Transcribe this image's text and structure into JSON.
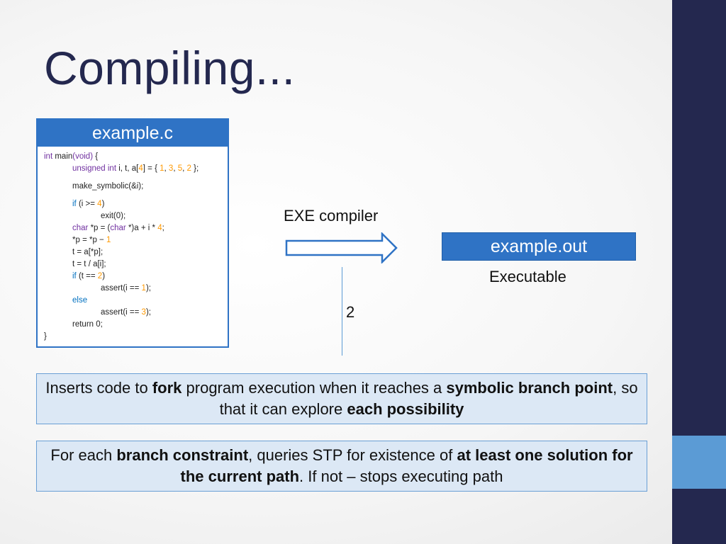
{
  "slide": {
    "title": "Compiling...",
    "code_box": {
      "title": "example.c",
      "lines": [
        {
          "indent": 0,
          "gap": false,
          "tokens": [
            {
              "t": "int",
              "c": "kw"
            },
            {
              "t": " main"
            },
            {
              "t": "(void)",
              "c": "kw"
            },
            {
              "t": " {"
            }
          ]
        },
        {
          "indent": 1,
          "gap": false,
          "tokens": [
            {
              "t": "unsigned int",
              "c": "kw"
            },
            {
              "t": " i, t, a["
            },
            {
              "t": "4",
              "c": "num"
            },
            {
              "t": "] = { "
            },
            {
              "t": "1",
              "c": "num"
            },
            {
              "t": ", "
            },
            {
              "t": "3",
              "c": "num"
            },
            {
              "t": ", "
            },
            {
              "t": "5",
              "c": "num"
            },
            {
              "t": ", "
            },
            {
              "t": "2",
              "c": "num"
            },
            {
              "t": " };"
            }
          ]
        },
        {
          "indent": 1,
          "gap": true,
          "tokens": [
            {
              "t": "make_symbolic(&i);"
            }
          ]
        },
        {
          "indent": 1,
          "gap": true,
          "tokens": [
            {
              "t": "if",
              "c": "kb"
            },
            {
              "t": " (i >= "
            },
            {
              "t": "4",
              "c": "num"
            },
            {
              "t": ")"
            }
          ]
        },
        {
          "indent": 2,
          "gap": false,
          "tokens": [
            {
              "t": "exit(0);"
            }
          ]
        },
        {
          "indent": 1,
          "gap": false,
          "tokens": [
            {
              "t": "char",
              "c": "kw"
            },
            {
              "t": " *p = ("
            },
            {
              "t": "char",
              "c": "kw"
            },
            {
              "t": " *)a + i * "
            },
            {
              "t": "4",
              "c": "num"
            },
            {
              "t": ";"
            }
          ]
        },
        {
          "indent": 1,
          "gap": false,
          "tokens": [
            {
              "t": "*p = *p − "
            },
            {
              "t": "1",
              "c": "num"
            }
          ]
        },
        {
          "indent": 1,
          "gap": false,
          "tokens": [
            {
              "t": "t = a[*p];"
            }
          ]
        },
        {
          "indent": 1,
          "gap": false,
          "tokens": [
            {
              "t": "t = t / a[i];"
            }
          ]
        },
        {
          "indent": 1,
          "gap": false,
          "tokens": [
            {
              "t": "if",
              "c": "kb"
            },
            {
              "t": " (t == "
            },
            {
              "t": "2",
              "c": "num"
            },
            {
              "t": ")"
            }
          ]
        },
        {
          "indent": 2,
          "gap": false,
          "tokens": [
            {
              "t": "assert(i == "
            },
            {
              "t": "1",
              "c": "num"
            },
            {
              "t": ");"
            }
          ]
        },
        {
          "indent": 1,
          "gap": false,
          "tokens": [
            {
              "t": "else",
              "c": "kb"
            }
          ]
        },
        {
          "indent": 2,
          "gap": false,
          "tokens": [
            {
              "t": "assert(i == "
            },
            {
              "t": "3",
              "c": "num"
            },
            {
              "t": ");"
            }
          ]
        },
        {
          "indent": 1,
          "gap": false,
          "tokens": [
            {
              "t": "return 0;"
            }
          ]
        },
        {
          "indent": 0,
          "gap": false,
          "tokens": [
            {
              "t": "}"
            }
          ]
        }
      ]
    },
    "compiler_label": "EXE compiler",
    "branch_count": "2",
    "output_box": {
      "title": "example.out",
      "caption": "Executable"
    },
    "notes": [
      [
        {
          "t": "Inserts code to "
        },
        {
          "t": "fork",
          "b": true
        },
        {
          "t": " program execution when it reaches a "
        },
        {
          "t": "symbolic branch point",
          "b": true
        },
        {
          "t": ", so that it can explore "
        },
        {
          "t": "each possibility",
          "b": true
        }
      ],
      [
        {
          "t": "For each "
        },
        {
          "t": "branch constraint",
          "b": true
        },
        {
          "t": ", queries STP for existence of "
        },
        {
          "t": "at least one solution for the current path",
          "b": true
        },
        {
          "t": ". If not – stops executing path"
        }
      ]
    ],
    "colors": {
      "navy_bar": "#24284f",
      "accent_blue": "#5b9bd5",
      "box_blue": "#2f73c5",
      "note_fill": "#dce8f5",
      "keyword_purple": "#7030a0",
      "keyword_blue": "#0070c0",
      "number_orange": "#ff9900"
    }
  }
}
